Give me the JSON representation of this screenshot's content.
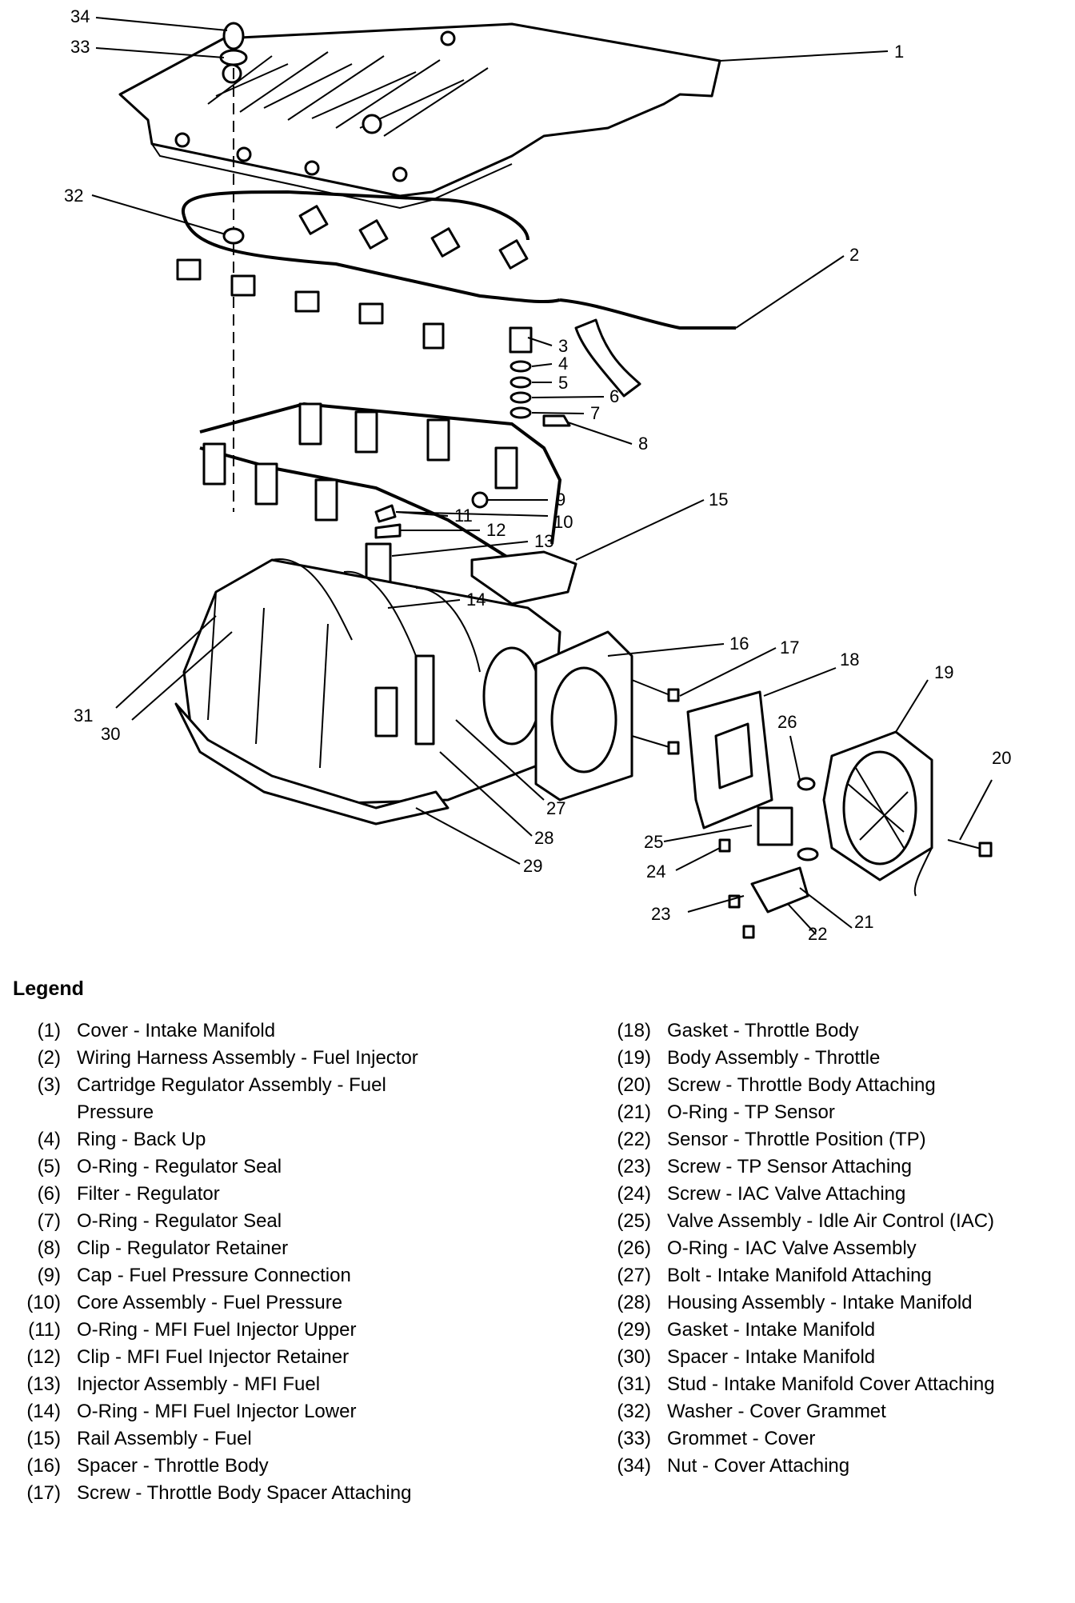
{
  "callouts": [
    "1",
    "2",
    "3",
    "4",
    "5",
    "6",
    "7",
    "8",
    "9",
    "10",
    "11",
    "12",
    "13",
    "14",
    "15",
    "16",
    "17",
    "18",
    "19",
    "20",
    "21",
    "22",
    "23",
    "24",
    "25",
    "26",
    "27",
    "28",
    "29",
    "30",
    "31",
    "32",
    "33",
    "34"
  ],
  "legend": {
    "title": "Legend",
    "left": [
      {
        "num": "(1)",
        "text": "Cover - Intake Manifold"
      },
      {
        "num": "(2)",
        "text": "Wiring Harness Assembly - Fuel Injector"
      },
      {
        "num": "(3)",
        "text": "Cartridge Regulator Assembly - Fuel Pressure"
      },
      {
        "num": "(4)",
        "text": "Ring - Back Up"
      },
      {
        "num": "(5)",
        "text": "O-Ring - Regulator Seal"
      },
      {
        "num": "(6)",
        "text": "Filter - Regulator"
      },
      {
        "num": "(7)",
        "text": "O-Ring - Regulator Seal"
      },
      {
        "num": "(8)",
        "text": "Clip - Regulator Retainer"
      },
      {
        "num": "(9)",
        "text": "Cap - Fuel Pressure Connection"
      },
      {
        "num": "(10)",
        "text": "Core Assembly - Fuel Pressure"
      },
      {
        "num": "(11)",
        "text": "O-Ring - MFI Fuel Injector Upper"
      },
      {
        "num": "(12)",
        "text": "Clip - MFI Fuel Injector Retainer"
      },
      {
        "num": "(13)",
        "text": "Injector Assembly - MFI Fuel"
      },
      {
        "num": "(14)",
        "text": "O-Ring - MFI Fuel Injector Lower"
      },
      {
        "num": "(15)",
        "text": "Rail Assembly - Fuel"
      },
      {
        "num": "(16)",
        "text": "Spacer - Throttle Body"
      },
      {
        "num": "(17)",
        "text": "Screw - Throttle Body Spacer Attaching"
      }
    ],
    "right": [
      {
        "num": "(18)",
        "text": "Gasket - Throttle Body"
      },
      {
        "num": "(19)",
        "text": "Body Assembly - Throttle"
      },
      {
        "num": "(20)",
        "text": "Screw - Throttle Body Attaching"
      },
      {
        "num": "(21)",
        "text": "O-Ring - TP Sensor"
      },
      {
        "num": "(22)",
        "text": "Sensor - Throttle Position (TP)"
      },
      {
        "num": "(23)",
        "text": "Screw - TP Sensor Attaching"
      },
      {
        "num": "(24)",
        "text": "Screw - IAC Valve Attaching"
      },
      {
        "num": "(25)",
        "text": "Valve Assembly - Idle Air Control (IAC)"
      },
      {
        "num": "(26)",
        "text": "O-Ring - IAC Valve Assembly"
      },
      {
        "num": "(27)",
        "text": "Bolt - Intake Manifold Attaching"
      },
      {
        "num": "(28)",
        "text": "Housing Assembly - Intake Manifold"
      },
      {
        "num": "(29)",
        "text": "Gasket - Intake Manifold"
      },
      {
        "num": "(30)",
        "text": "Spacer - Intake Manifold"
      },
      {
        "num": "(31)",
        "text": "Stud - Intake Manifold Cover Attaching"
      },
      {
        "num": "(32)",
        "text": "Washer - Cover Grammet"
      },
      {
        "num": "(33)",
        "text": "Grommet - Cover"
      },
      {
        "num": "(34)",
        "text": "Nut - Cover Attaching"
      }
    ]
  }
}
